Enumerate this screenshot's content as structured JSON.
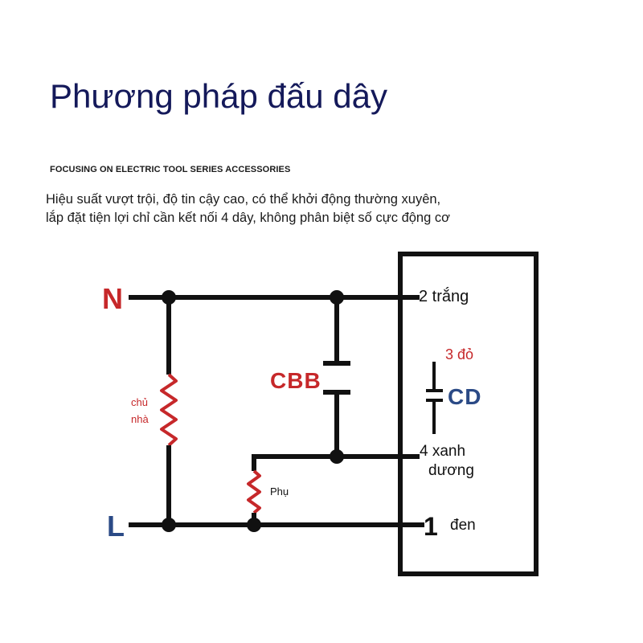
{
  "header": {
    "title": "Phương pháp đấu dây",
    "subtitle": "FOCUSING ON ELECTRIC TOOL SERIES ACCESSORIES",
    "description_lines": [
      "Hiệu suất vượt trội, độ tin cậy cao, có thể khởi động thường xuyên,",
      "lắp đặt tiện lợi chỉ cần kết nối 4 dây, không phân biệt số cực động cơ"
    ]
  },
  "diagram": {
    "labels": {
      "n": "N",
      "l": "L",
      "cbb": "CBB",
      "cd": "CD",
      "main_coil": "chủ\nnhà",
      "aux_coil": "Phụ",
      "wire2": "2 trắng",
      "wire3": "3 đỏ",
      "wire4": "4 xanh\ndương",
      "wire1_num": "1",
      "wire1_color": "đen"
    },
    "colors": {
      "red": "#c6282a",
      "blue": "#2b4a86",
      "line": "#111111"
    }
  }
}
